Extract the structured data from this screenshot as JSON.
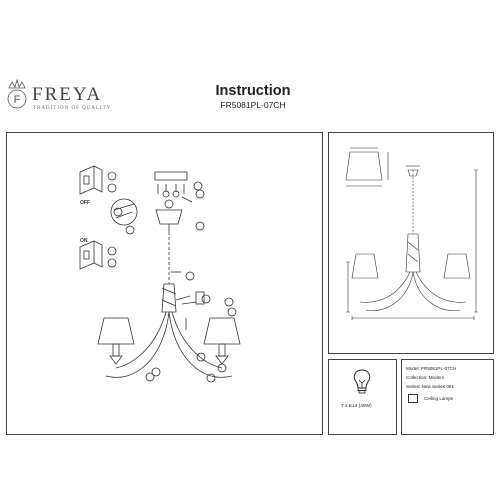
{
  "brand": {
    "name": "FREYA",
    "tagline": "TRADITION OF QUALITY"
  },
  "header": {
    "title": "Instruction",
    "model_code": "FR5081PL-07CH"
  },
  "switch_labels": {
    "off": "OFF",
    "on": "ON"
  },
  "specs": {
    "bulb": "7 x E14 (40W)",
    "model": "Model: FR5081PL-07CH",
    "collection": "Collection: Modern",
    "series": "Series: New Series 081",
    "type": "Ceiling Lamps"
  }
}
